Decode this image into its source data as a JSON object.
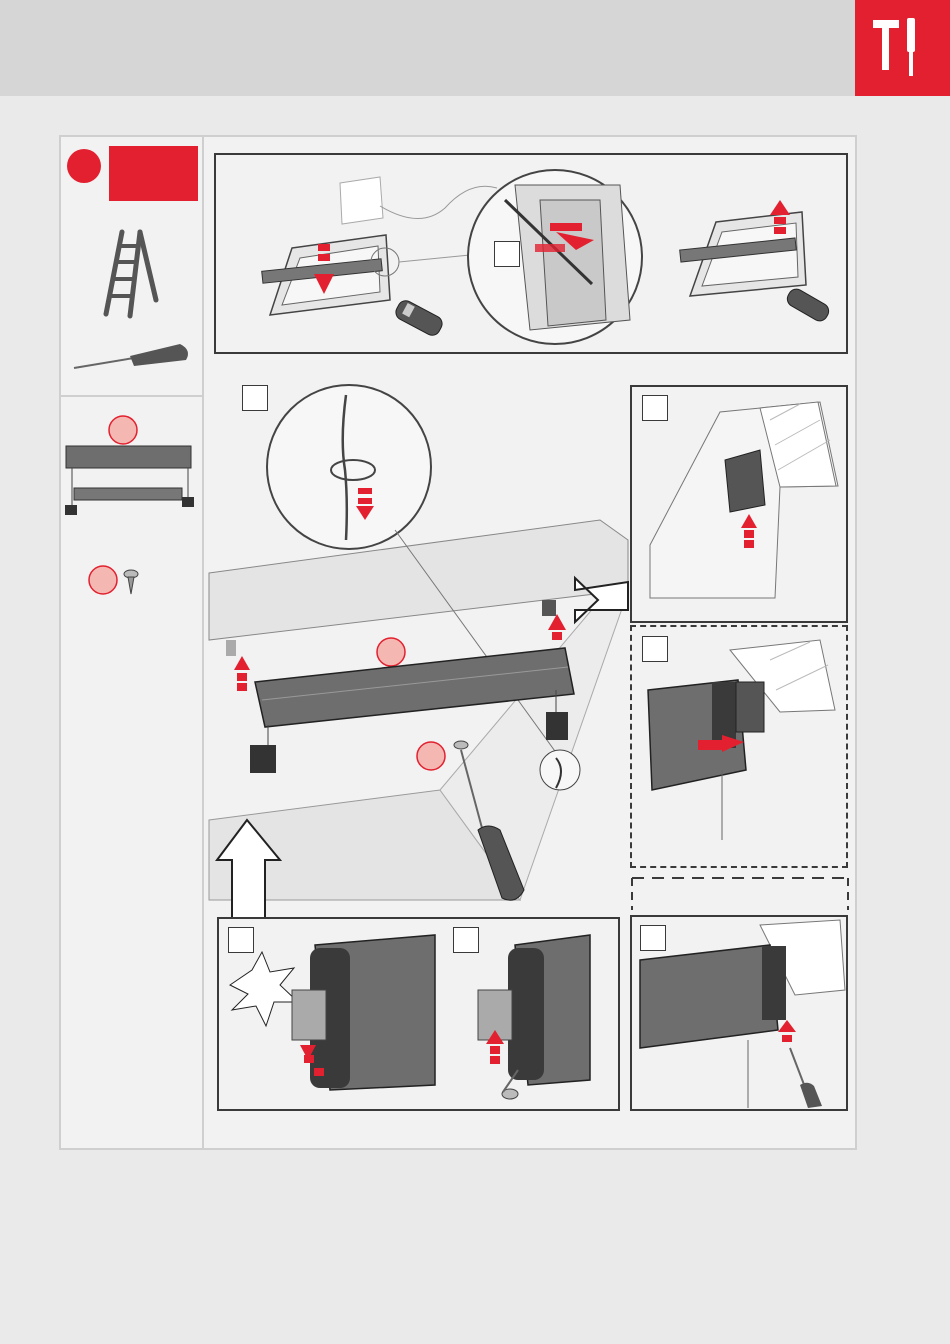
{
  "colors": {
    "accent": "#e3202f",
    "header_band": "#d6d6d6",
    "page_background": "#eaeaea",
    "sheet": "#f2f2f2",
    "blind_body": "#6e6e6e",
    "outline": "#3a3a3a"
  },
  "icons": {
    "header": "hammer-screwdriver-icon",
    "tools": [
      "ladder-icon",
      "screwdriver-icon"
    ],
    "parts": [
      "roller-blind-icon",
      "screw-icon"
    ],
    "remote": "remote-control-icon"
  },
  "steps": {
    "motor_test": [
      "window-lower-icon",
      "cable-detail-icon",
      "window-raise-icon"
    ],
    "mounting": [
      "cable-coil-detail",
      "bracket-left",
      "bracket-right",
      "blind-hook-on",
      "screw-fasten"
    ]
  }
}
